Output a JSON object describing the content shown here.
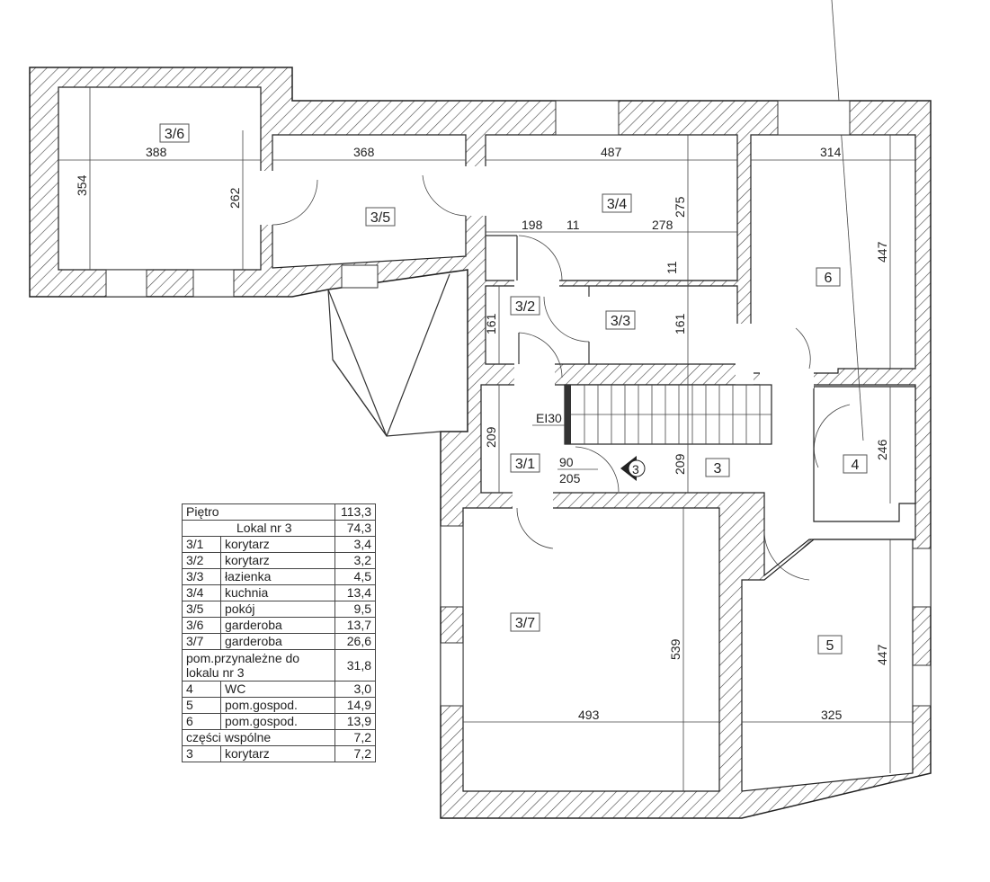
{
  "rooms": {
    "r3_6": "3/6",
    "r3_5": "3/5",
    "r3_4": "3/4",
    "r6": "6",
    "r3_2": "3/2",
    "r3_3": "3/3",
    "r3_1": "3/1",
    "r3": "3",
    "r4": "4",
    "r3_7": "3/7",
    "r5": "5"
  },
  "dimensions": {
    "d388": "388",
    "d354": "354",
    "d262": "262",
    "d368": "368",
    "d487": "487",
    "d314": "314",
    "d447a": "447",
    "d275": "275",
    "d198": "198",
    "d11a": "11",
    "d278": "278",
    "d11b": "11",
    "d161a": "161",
    "d161b": "161",
    "d209a": "209",
    "d209b": "209",
    "d246": "246",
    "d539": "539",
    "d447b": "447",
    "d493": "493",
    "d325": "325",
    "door_w": "90",
    "door_h": "205",
    "fire": "EI30",
    "stair_mark": "3"
  },
  "table": {
    "floor_label": "Piętro",
    "floor_area": "113,3",
    "unit_label": "Lokal nr 3",
    "unit_area": "74,3",
    "unit_rooms": [
      {
        "code": "3/1",
        "name": "korytarz",
        "area": "3,4"
      },
      {
        "code": "3/2",
        "name": "korytarz",
        "area": "3,2"
      },
      {
        "code": "3/3",
        "name": "łazienka",
        "area": "4,5"
      },
      {
        "code": "3/4",
        "name": "kuchnia",
        "area": "13,4"
      },
      {
        "code": "3/5",
        "name": "pokój",
        "area": "9,5"
      },
      {
        "code": "3/6",
        "name": "garderoba",
        "area": "13,7"
      },
      {
        "code": "3/7",
        "name": "garderoba",
        "area": "26,6"
      }
    ],
    "aux_label": "pom.przynależne do lokalu nr 3",
    "aux_area": "31,8",
    "aux_rooms": [
      {
        "code": "4",
        "name": "WC",
        "area": "3,0"
      },
      {
        "code": "5",
        "name": "pom.gospod.",
        "area": "14,9"
      },
      {
        "code": "6",
        "name": "pom.gospod.",
        "area": "13,9"
      }
    ],
    "common_label": "części wspólne",
    "common_area": "7,2",
    "common_rooms": [
      {
        "code": "3",
        "name": "korytarz",
        "area": "7,2"
      }
    ]
  }
}
